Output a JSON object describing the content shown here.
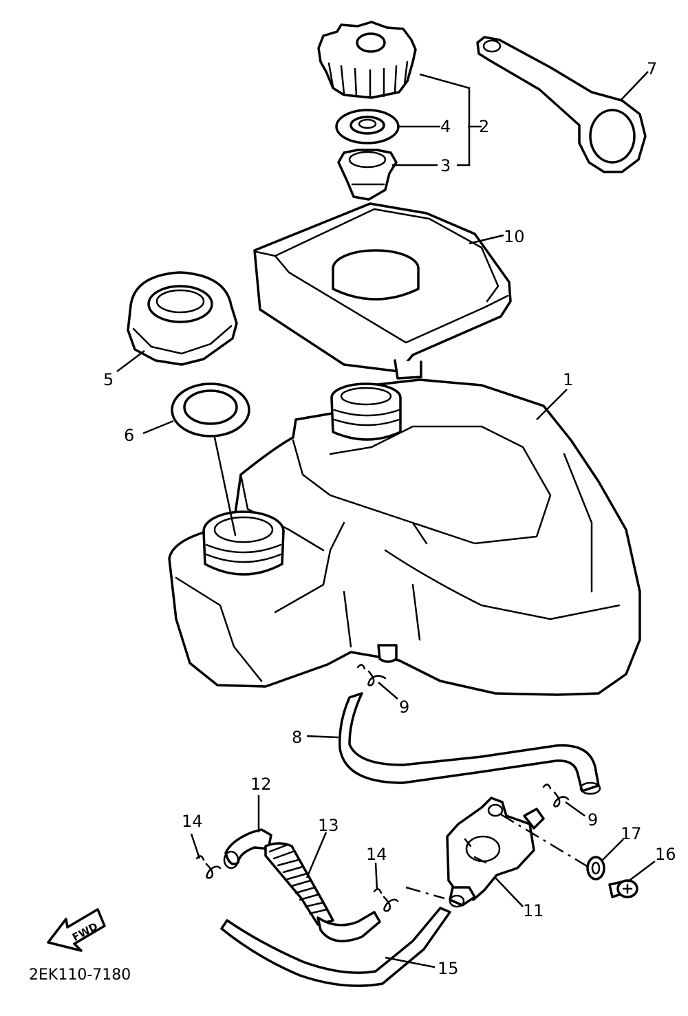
{
  "diagram": {
    "callouts": {
      "c1": "1",
      "c2": "2",
      "c3": "3",
      "c4": "4",
      "c5": "5",
      "c6": "6",
      "c7": "7",
      "c8": "8",
      "c9a": "9",
      "c9b": "9",
      "c10": "10",
      "c11": "11",
      "c12": "12",
      "c13": "13",
      "c14a": "14",
      "c14b": "14",
      "c15": "15",
      "c16": "16",
      "c17": "17"
    },
    "fwd_label": "FWD",
    "part_number": "2EK110-7180"
  }
}
